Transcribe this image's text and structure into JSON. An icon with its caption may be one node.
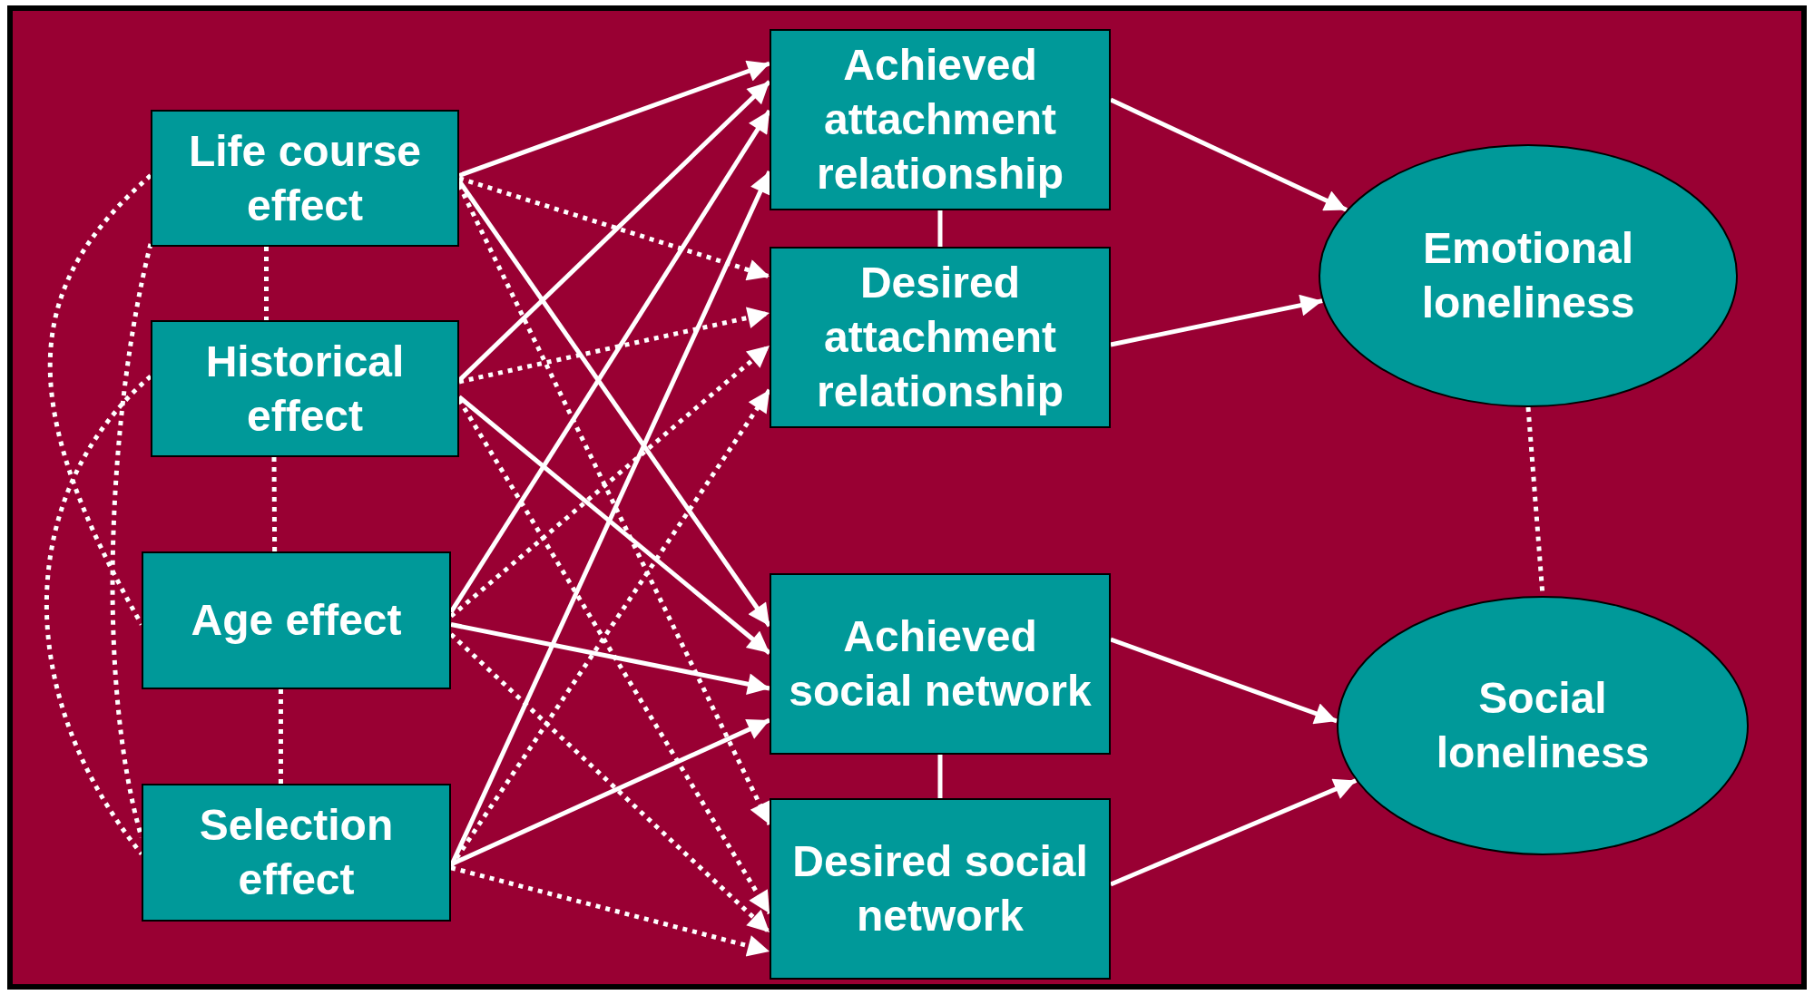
{
  "diagram": {
    "nodes": [
      {
        "text": [
          "Life course effect"
        ]
      },
      {
        "text": [
          "Historical effect"
        ]
      },
      {
        "text": [
          "Age effect"
        ]
      },
      {
        "text": [
          "Selection effect"
        ]
      },
      {
        "text": [
          "Achieved attachment relationship"
        ]
      },
      {
        "text": [
          "Desired attachment relationship"
        ]
      },
      {
        "text": [
          "Achieved social network"
        ]
      },
      {
        "text": [
          "Desired social network"
        ]
      },
      {
        "text": [
          "Emotional loneliness"
        ]
      },
      {
        "text": [
          "Social loneliness"
        ]
      }
    ],
    "edges": [
      {
        "from": 0,
        "to": 4,
        "arrow": "to"
      },
      {
        "from": 0,
        "to": 5,
        "arrow": "to",
        "style": "dashed"
      },
      {
        "from": 0,
        "to": 6,
        "arrow": "to"
      },
      {
        "from": 0,
        "to": 7,
        "arrow": "to",
        "style": "dashed"
      },
      {
        "from": 1,
        "to": 4,
        "arrow": "to"
      },
      {
        "from": 1,
        "to": 5,
        "arrow": "to",
        "style": "dashed"
      },
      {
        "from": 1,
        "to": 6,
        "arrow": "to"
      },
      {
        "from": 1,
        "to": 7,
        "arrow": "to",
        "style": "dashed"
      },
      {
        "from": 2,
        "to": 4,
        "arrow": "to"
      },
      {
        "from": 2,
        "to": 5,
        "arrow": "to",
        "style": "dashed"
      },
      {
        "from": 2,
        "to": 6,
        "arrow": "to"
      },
      {
        "from": 2,
        "to": 7,
        "arrow": "to",
        "style": "dashed"
      },
      {
        "from": 3,
        "to": 4,
        "arrow": "to"
      },
      {
        "from": 3,
        "to": 5,
        "arrow": "to",
        "style": "dashed"
      },
      {
        "from": 3,
        "to": 6,
        "arrow": "to"
      },
      {
        "from": 3,
        "to": 7,
        "arrow": "to",
        "style": "dashed"
      },
      {
        "from": 4,
        "to": 8,
        "arrow": "to"
      },
      {
        "from": 5,
        "to": 8,
        "arrow": "to"
      },
      {
        "from": 6,
        "to": 9,
        "arrow": "to"
      },
      {
        "from": 7,
        "to": 9,
        "arrow": "to"
      },
      {
        "from": 4,
        "to": 5,
        "arrow": "none"
      },
      {
        "from": 6,
        "to": 7,
        "arrow": "none"
      },
      {
        "from": 8,
        "to": 9,
        "arrow": "none",
        "style": "dashed"
      },
      {
        "from": 0,
        "to": 1,
        "arrow": "none",
        "style": "dashed"
      },
      {
        "from": 1,
        "to": 2,
        "arrow": "none",
        "style": "dashed"
      },
      {
        "from": 2,
        "to": 3,
        "arrow": "none",
        "style": "dashed"
      },
      {
        "from": 0,
        "to": 2,
        "arrow": "none",
        "style": "dashed"
      },
      {
        "from": 0,
        "to": 3,
        "arrow": "none",
        "style": "dashed"
      },
      {
        "from": 1,
        "to": 3,
        "arrow": "none",
        "style": "dashed"
      }
    ]
  }
}
